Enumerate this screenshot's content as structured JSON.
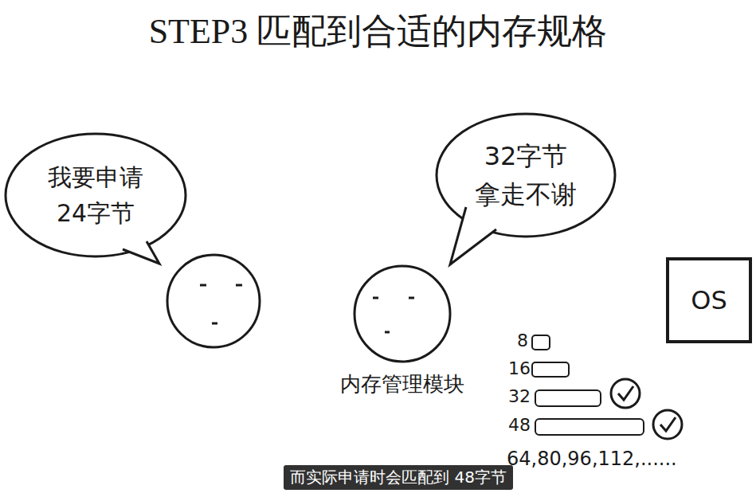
{
  "diagram": {
    "title": "STEP3 匹配到合适的内存规格",
    "caption": "而实际申请时会匹配到 48字节",
    "nodes": [
      {
        "text": [
          "我要申请 24字节"
        ]
      },
      {
        "text": [
          "32字节 拿走不谢"
        ]
      },
      {
        "text": [
          "内存管理模块"
        ]
      },
      {
        "text": [
          "OS"
        ]
      }
    ],
    "labels": [
      "8",
      "16",
      "32",
      "48",
      "64,80,96,112,......"
    ]
  }
}
